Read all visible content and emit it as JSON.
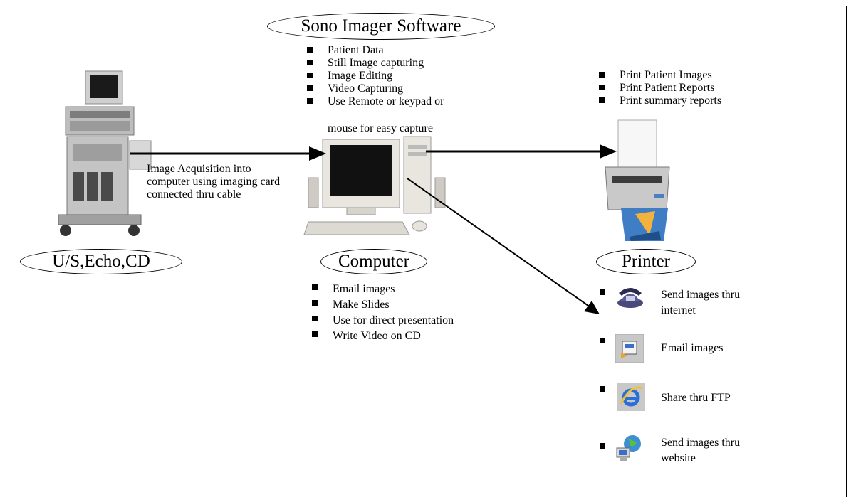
{
  "software": {
    "title": "Sono Imager Software",
    "features": [
      "Patient Data",
      "Still Image capturing",
      "Image Editing",
      "Video Capturing",
      "Use Remote or keypad or",
      "mouse for easy capture"
    ]
  },
  "ultrasound": {
    "label": "U/S,Echo,CD"
  },
  "acquisition": {
    "lines": [
      "Image Acquisition into",
      "computer using imaging card",
      "connected thru cable"
    ]
  },
  "computer": {
    "label": "Computer",
    "uses": [
      "Email images",
      "Make Slides",
      "Use for direct presentation",
      "Write Video on CD"
    ]
  },
  "printer": {
    "label": "Printer",
    "outputs": [
      "Print Patient Images",
      "Print Patient Reports",
      "Print summary reports"
    ]
  },
  "sharing": [
    {
      "icon": "telephone-icon",
      "lines": [
        "Send images thru",
        "internet"
      ]
    },
    {
      "icon": "email-icon",
      "lines": [
        "Email images"
      ]
    },
    {
      "icon": "internet-explorer-icon",
      "lines": [
        "Share thru FTP"
      ]
    },
    {
      "icon": "globe-network-icon",
      "lines": [
        "Send images thru",
        "website"
      ]
    }
  ]
}
